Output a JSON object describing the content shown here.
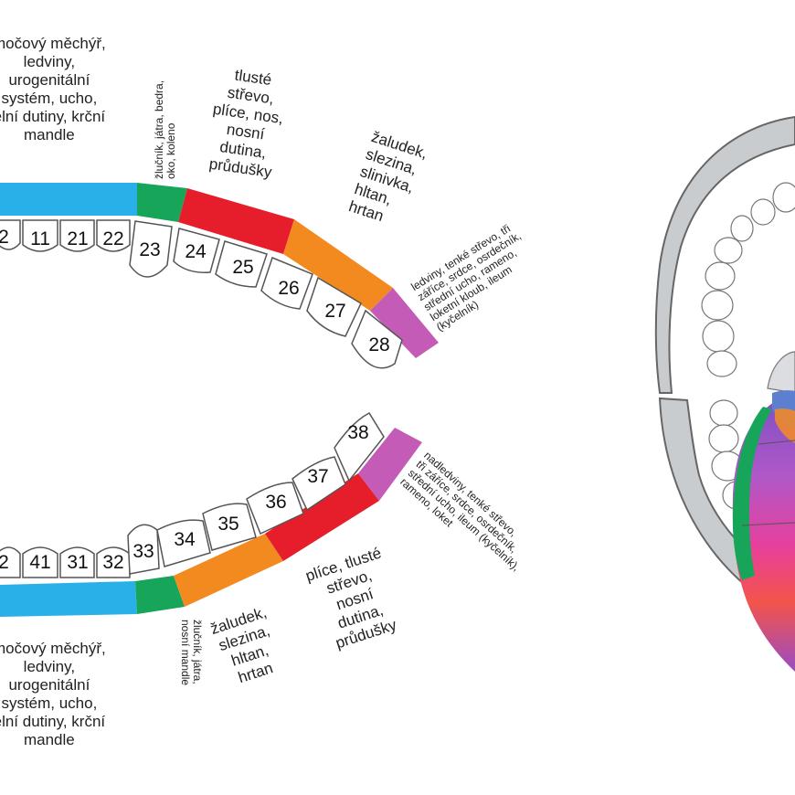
{
  "organ_colors": {
    "blue": "#2ab0e8",
    "green": "#17a55a",
    "red": "#e61e2b",
    "orange": "#f38a20",
    "violet": "#c45bb6"
  },
  "upper_teeth": [
    "2",
    "11",
    "21",
    "22",
    "23",
    "24",
    "25",
    "26",
    "27",
    "28"
  ],
  "lower_teeth": [
    "2",
    "41",
    "31",
    "32",
    "33",
    "34",
    "35",
    "36",
    "37",
    "38"
  ],
  "upper_labels": {
    "blue": "močový měchýř,\nledviny,\nurogenitální\nsystém, ucho,\nelní dutiny, krční\nmandle",
    "green": "žlučník, játra, bedra,\noko, koleno",
    "red": "tlusté\nstřevo,\nplíce, nos,\nnosní\ndutina,\nprůdušky",
    "orange": "žaludek,\nslezina,\nslinivka,\nhltan,\nhrtan",
    "violet": "ledviny, tenké střevo, tři\nzáříce, srdce, osrdečník,\nstřední ucho, rameno,\nloketní kloub, ileum\n(kyčelník)"
  },
  "lower_labels": {
    "blue": "močový měchýř,\nledviny,\nurogenitální\nsystém, ucho,\nelní dutiny, krční\nmandle",
    "green": "žlučník, játra,\nnosní mandle",
    "orange": "žaludek,\nslezina,\nhltan,\nhrtan",
    "red": "plíce, tlusté\nstřevo,\nnosní\ndutina,\nprůdušky",
    "violet": "nadledviny, tenké střevo,\ntři záříce, srdce, osrdečník,\nstřední ucho, ileum (kyčelník),\nrameno, loket"
  }
}
